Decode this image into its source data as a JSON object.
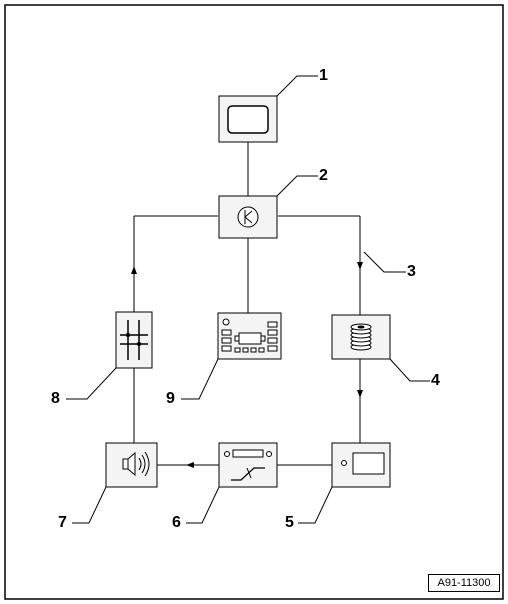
{
  "diagram": {
    "callouts": [
      {
        "id": "1",
        "label": "1"
      },
      {
        "id": "2",
        "label": "2"
      },
      {
        "id": "3",
        "label": "3"
      },
      {
        "id": "4",
        "label": "4"
      },
      {
        "id": "5",
        "label": "5"
      },
      {
        "id": "6",
        "label": "6"
      },
      {
        "id": "7",
        "label": "7"
      },
      {
        "id": "8",
        "label": "8"
      },
      {
        "id": "9",
        "label": "9"
      }
    ],
    "reference_code": "A91-11300"
  },
  "colors": {
    "stroke": "#000000",
    "box_fill": "#f4f4f4",
    "background": "#ffffff"
  }
}
